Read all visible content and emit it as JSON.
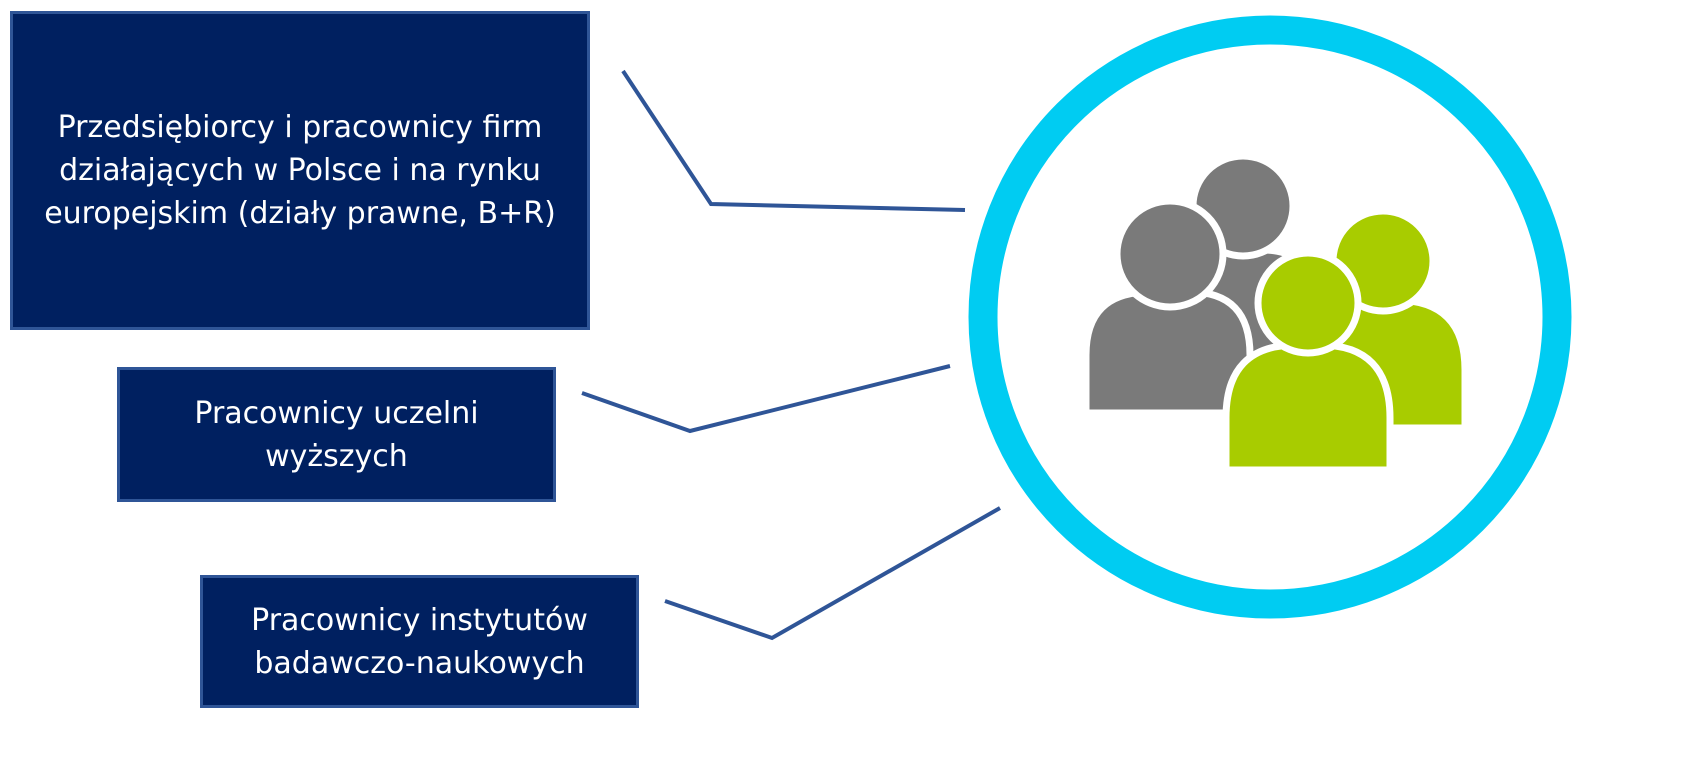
{
  "colors": {
    "box_fill": "#002060",
    "box_border": "#2f5597",
    "connector": "#2f5597",
    "ring": "#00ccf2",
    "person_gray": "#7a7a7a",
    "person_green": "#a8cc00",
    "text": "#ffffff"
  },
  "boxes": [
    {
      "label": "Przedsiębiorcy i pracownicy firm\ndziałających w Polsce i na rynku\neuropejskim (działy prawne, B+R)"
    },
    {
      "label": "Pracownicy uczelni\nwyższych"
    },
    {
      "label": "Pracownicy instytutów\nbadawczo-naukowych"
    }
  ],
  "center": {
    "icon": "people-group-icon"
  }
}
